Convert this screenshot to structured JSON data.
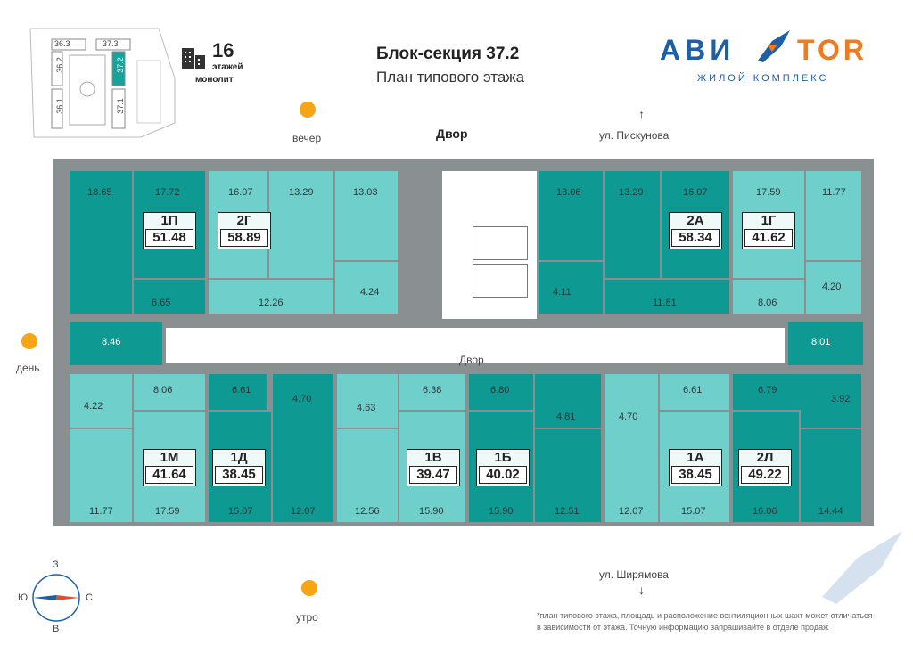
{
  "header": {
    "title": "Блок-секция 37.2",
    "subtitle": "План типового этажа",
    "floors_number": "16",
    "floors_label": "этажей",
    "construction": "монолит"
  },
  "brand": {
    "name_left": "АВИ",
    "name_right": "TOR",
    "tagline": "ЖИЛОЙ КОМПЛЕКС",
    "color_blue": "#1f5fa6",
    "color_orange": "#f07a1e"
  },
  "minimap": {
    "blocks": [
      "36.3",
      "37.3",
      "36.2",
      "37.2",
      "36.1",
      "37.1"
    ]
  },
  "orientation": {
    "courtyard_top": "Двор",
    "courtyard_mid": "Двор",
    "street_top": "ул. Пискунова",
    "street_bottom": "ул. Ширямова",
    "evening": "вечер",
    "day": "день",
    "morning": "утро",
    "compass": {
      "north": "З",
      "south": "В",
      "west": "Ю",
      "east": "С"
    }
  },
  "apartments": [
    {
      "code": "1П",
      "area": "51.48"
    },
    {
      "code": "2Г",
      "area": "58.89"
    },
    {
      "code": "2А",
      "area": "58.34"
    },
    {
      "code": "1Г",
      "area": "41.62"
    },
    {
      "code": "1М",
      "area": "41.64"
    },
    {
      "code": "1Д",
      "area": "38.45"
    },
    {
      "code": "1В",
      "area": "39.47"
    },
    {
      "code": "1Б",
      "area": "40.02"
    },
    {
      "code": "1А",
      "area": "38.45"
    },
    {
      "code": "2Л",
      "area": "49.22"
    }
  ],
  "room_areas": {
    "top": [
      "18.65",
      "17.72",
      "16.07",
      "13.29",
      "13.03",
      "13.06",
      "13.29",
      "16.07",
      "17.59",
      "11.77",
      "6.65",
      "12.26",
      "4.24",
      "4.11",
      "11.81",
      "8.06",
      "4.20",
      "8.46",
      "8.01"
    ],
    "bottom": [
      "8.06",
      "6.61",
      "4.70",
      "4.63",
      "6.38",
      "6.80",
      "4.81",
      "4.70",
      "6.61",
      "6.79",
      "3.92",
      "4.22",
      "11.77",
      "17.59",
      "15.07",
      "12.07",
      "12.56",
      "15.90",
      "15.90",
      "12.51",
      "12.07",
      "15.07",
      "16.06",
      "14.44"
    ]
  },
  "footnote": {
    "line1": "*план типового этажа, площадь и расположение вентиляционных шахт может отличаться",
    "line2": "в зависимости от этажа. Точную информацию запрашивайте в отделе продаж"
  }
}
